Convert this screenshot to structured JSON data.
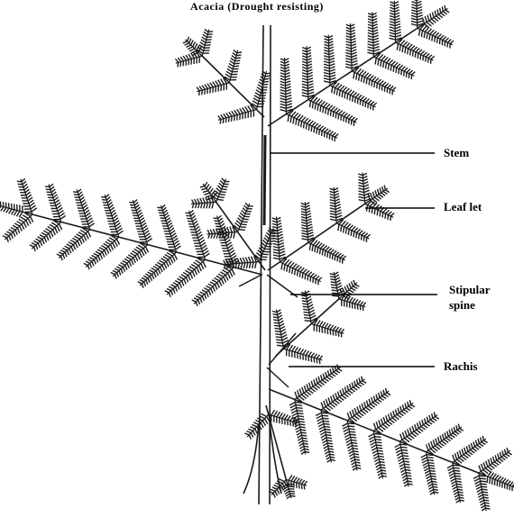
{
  "title": "Acacia (Drought resisting)",
  "labels": {
    "stem": "Stem",
    "leaflet": "Leaf let",
    "stipular_spine_line1": "Stipular",
    "stipular_spine_line2": "spine",
    "rachis": "Rachis"
  },
  "colors": {
    "ink": "#1a1a1a",
    "background": "#ffffff"
  }
}
